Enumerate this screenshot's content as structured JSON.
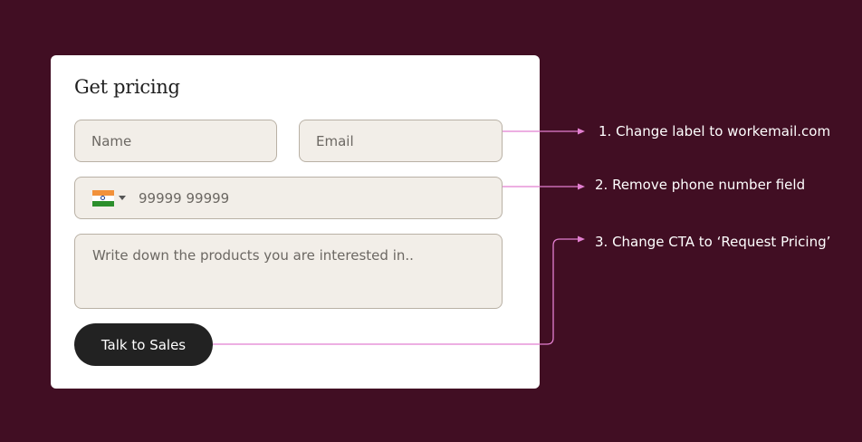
{
  "form": {
    "title": "Get pricing",
    "name_placeholder": "Name",
    "email_placeholder": "Email",
    "phone": {
      "country_flag": "india-flag-icon",
      "placeholder": "99999 99999"
    },
    "products_placeholder": "Write down the products you are interested in..",
    "cta_label": "Talk to Sales"
  },
  "annotations": [
    "1. Change label to workemail.com",
    "2. Remove phone number field",
    "3. Change CTA to ‘Request Pricing’"
  ],
  "colors": {
    "background": "#410e23",
    "card": "#ffffff",
    "field_fill": "#f2eee8",
    "field_border": "#b9b1a5",
    "cta": "#222222",
    "connector": "#e27fd0",
    "flag_saffron": "#f2913a",
    "flag_green": "#2c8f2c"
  }
}
